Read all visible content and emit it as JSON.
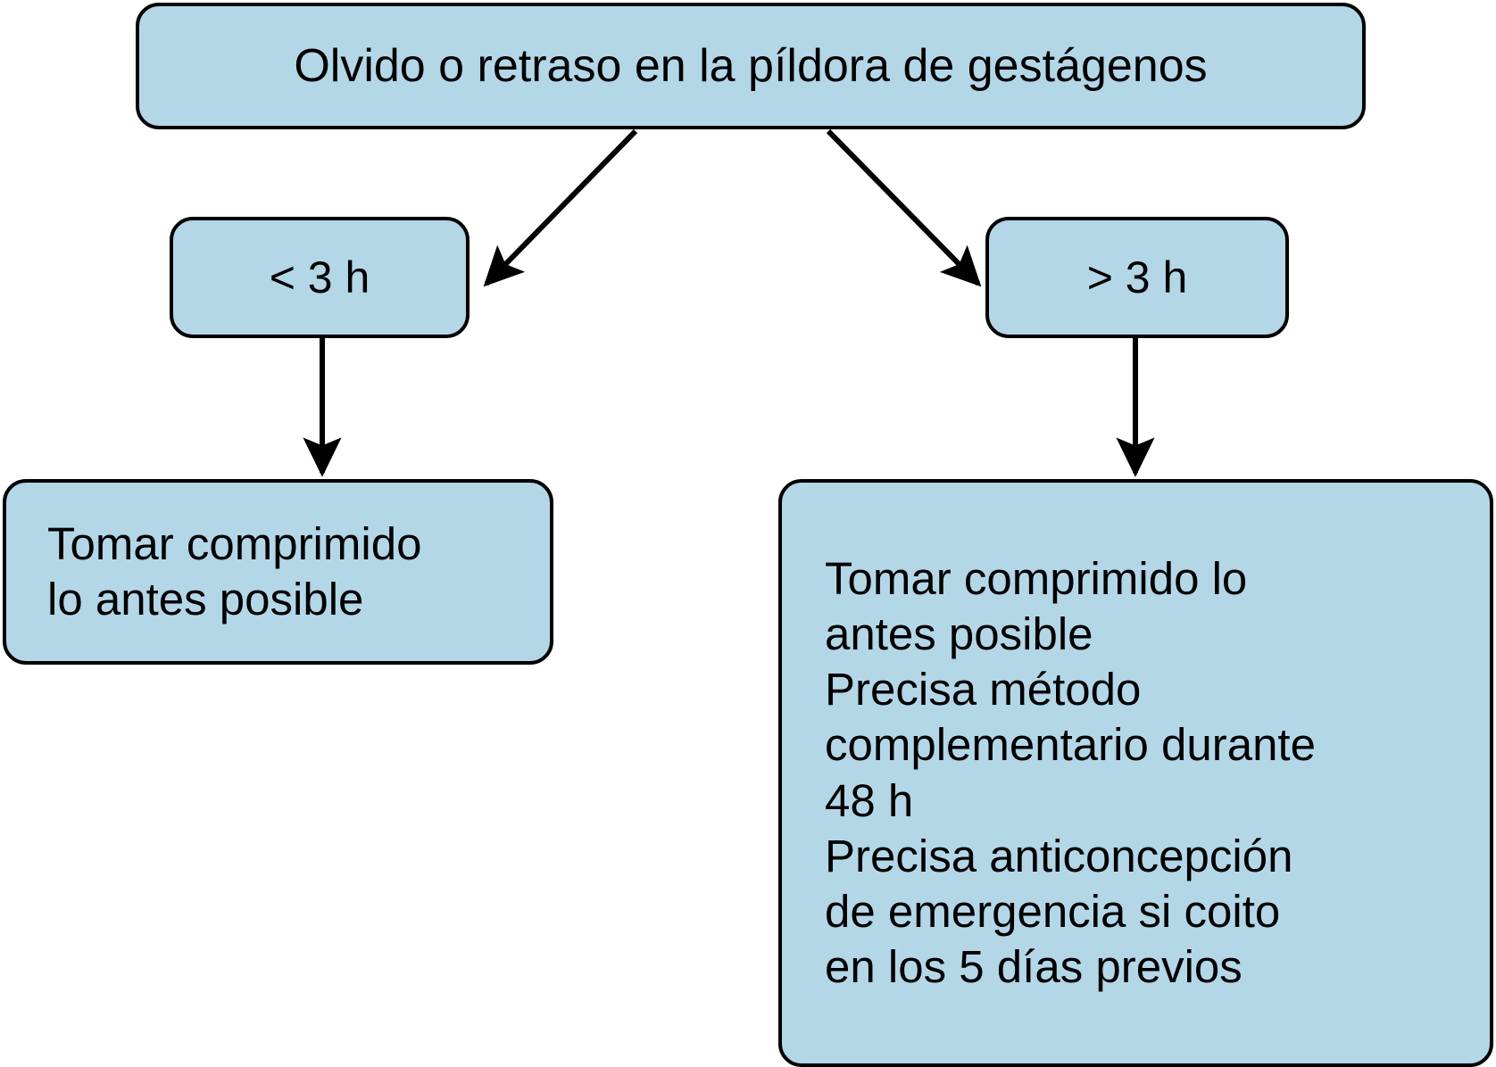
{
  "diagram": {
    "title": "Olvido o retraso en la píldora de gestágenos",
    "theme": {
      "node_fill": "#b4d7e8",
      "node_stroke": "#000000",
      "text_color": "#000000",
      "background": "#ffffff"
    },
    "nodes": {
      "root": {
        "label": "Olvido o retraso en la píldora de gestágenos"
      },
      "lt3h": {
        "label": "< 3 h"
      },
      "gt3h": {
        "label": "> 3 h"
      },
      "action_left": {
        "label": "Tomar comprimido\nlo antes posible"
      },
      "action_right": {
        "label": "Tomar comprimido lo\nantes posible\nPrecisa método\ncomplementario durante\n48 h\nPrecisa anticoncepción\nde emergencia si coito\nen los 5 días previos"
      }
    },
    "edges": [
      {
        "from": "root",
        "to": "lt3h",
        "kind": "diagonal-arrow-left"
      },
      {
        "from": "root",
        "to": "gt3h",
        "kind": "diagonal-arrow-right"
      },
      {
        "from": "lt3h",
        "to": "action_left",
        "kind": "vertical-arrow"
      },
      {
        "from": "gt3h",
        "to": "action_right",
        "kind": "vertical-arrow"
      }
    ]
  }
}
